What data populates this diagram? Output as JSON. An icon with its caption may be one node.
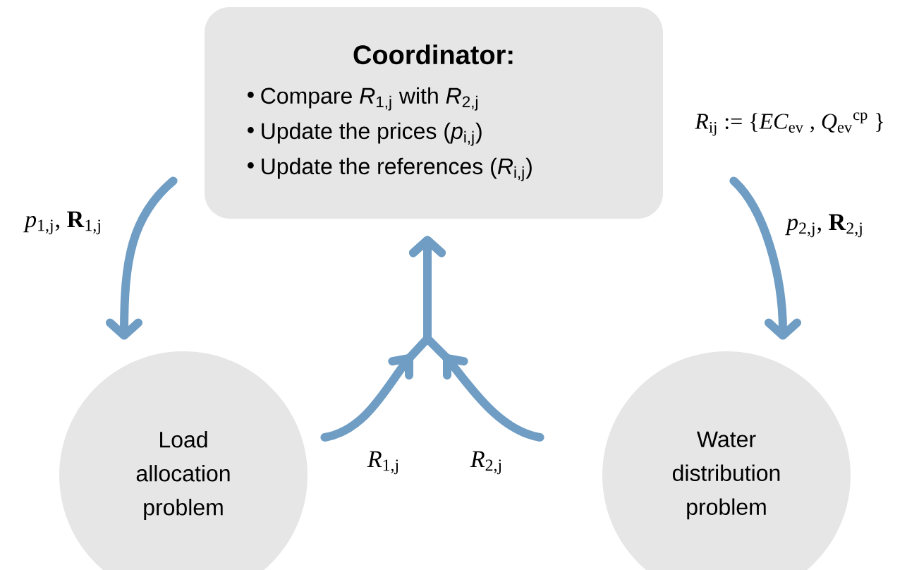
{
  "diagram": {
    "nodes": [
      {
        "text": [
          "Coordinator:",
          "Compare *R*$_{1,j}$ with *R*$_{2,j}$",
          "Update the prices (*p*$_{i,j}$)",
          "Update the references (*R*$_{i,j}$)"
        ]
      },
      {
        "text": [
          "Load allocation problem"
        ]
      },
      {
        "text": [
          "Water distribution problem"
        ]
      }
    ],
    "edges": [
      {
        "from": 0,
        "to": 1,
        "arrow": "to",
        "label": "*p*$_{1,j}$, **R**$_{1,j}$"
      },
      {
        "from": 0,
        "to": 2,
        "arrow": "to",
        "label": "*p*$_{2,j}$, **R**$_{2,j}$"
      },
      {
        "from": 1,
        "to": 0,
        "arrow": "to",
        "label": "*R*$_{1,j}$"
      },
      {
        "from": 2,
        "to": 0,
        "arrow": "to",
        "label": "*R*$_{2,j}$"
      }
    ],
    "labels": [
      "*R*$_{ij}$ := {*EC*$_{ev}$ , *Q*$_{ev}$$^{cp}$ }"
    ]
  }
}
